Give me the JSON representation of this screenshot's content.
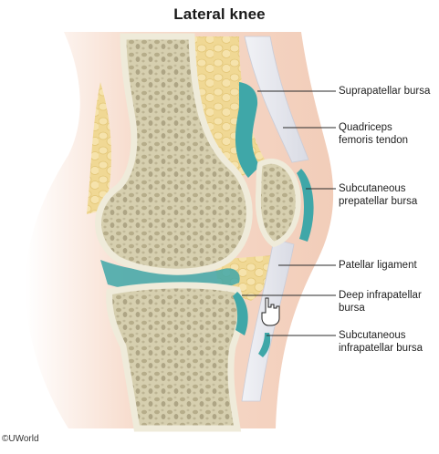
{
  "title": "Lateral knee",
  "labels": {
    "suprapatellar_bursa": "Suprapatellar bursa",
    "quadriceps_line1": "Quadriceps",
    "quadriceps_line2": "femoris tendon",
    "subcut_prepatellar_line1": "Subcutaneous",
    "subcut_prepatellar_line2": "prepatellar bursa",
    "patellar_ligament": "Patellar ligament",
    "deep_infrapatellar_line1": "Deep infrapatellar",
    "deep_infrapatellar_line2": "bursa",
    "subcut_infrapatellar_line1": "Subcutaneous",
    "subcut_infrapatellar_line2": "infrapatellar bursa"
  },
  "credit": "©UWorld",
  "colors": {
    "skin": "#f5d3c1",
    "bone_fill": "#d8d2b4",
    "bone_cortex": "#eeeadb",
    "fat": "#f1dc9a",
    "bursa_teal": "#3fa7a8",
    "tendon": "#e6e8ef"
  }
}
